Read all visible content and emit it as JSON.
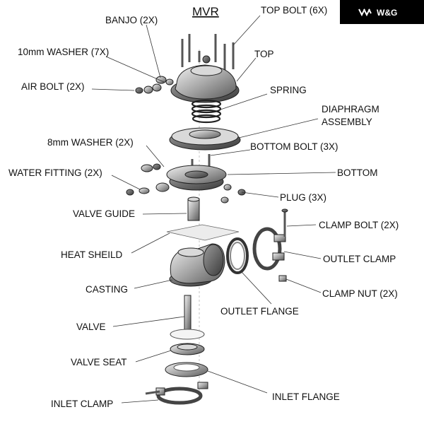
{
  "title": "MVR",
  "brand": {
    "logo_text": "W&G",
    "logo_icon": "wg-chevrons-icon"
  },
  "labels": {
    "banjo": "BANJO (2X)",
    "top_bolt": "TOP BOLT (6X)",
    "washer_10mm": "10mm WASHER (7X)",
    "top": "TOP",
    "air_bolt": "AIR BOLT (2X)",
    "spring": "SPRING",
    "diaphragm_1": "DIAPHRAGM",
    "diaphragm_2": "ASSEMBLY",
    "washer_8mm": "8mm WASHER (2X)",
    "bottom_bolt": "BOTTOM BOLT (3X)",
    "water_fitting": "WATER FITTING (2X)",
    "bottom": "BOTTOM",
    "plug": "PLUG (3X)",
    "valve_guide": "VALVE GUIDE",
    "clamp_bolt": "CLAMP BOLT (2X)",
    "heat_sheild": "HEAT SHEILD",
    "outlet_clamp": "OUTLET CLAMP",
    "casting": "CASTING",
    "clamp_nut": "CLAMP NUT (2X)",
    "outlet_flange": "OUTLET FLANGE",
    "valve": "VALVE",
    "valve_seat": "VALVE SEAT",
    "inlet_flange": "INLET FLANGE",
    "inlet_clamp": "INLET CLAMP"
  }
}
